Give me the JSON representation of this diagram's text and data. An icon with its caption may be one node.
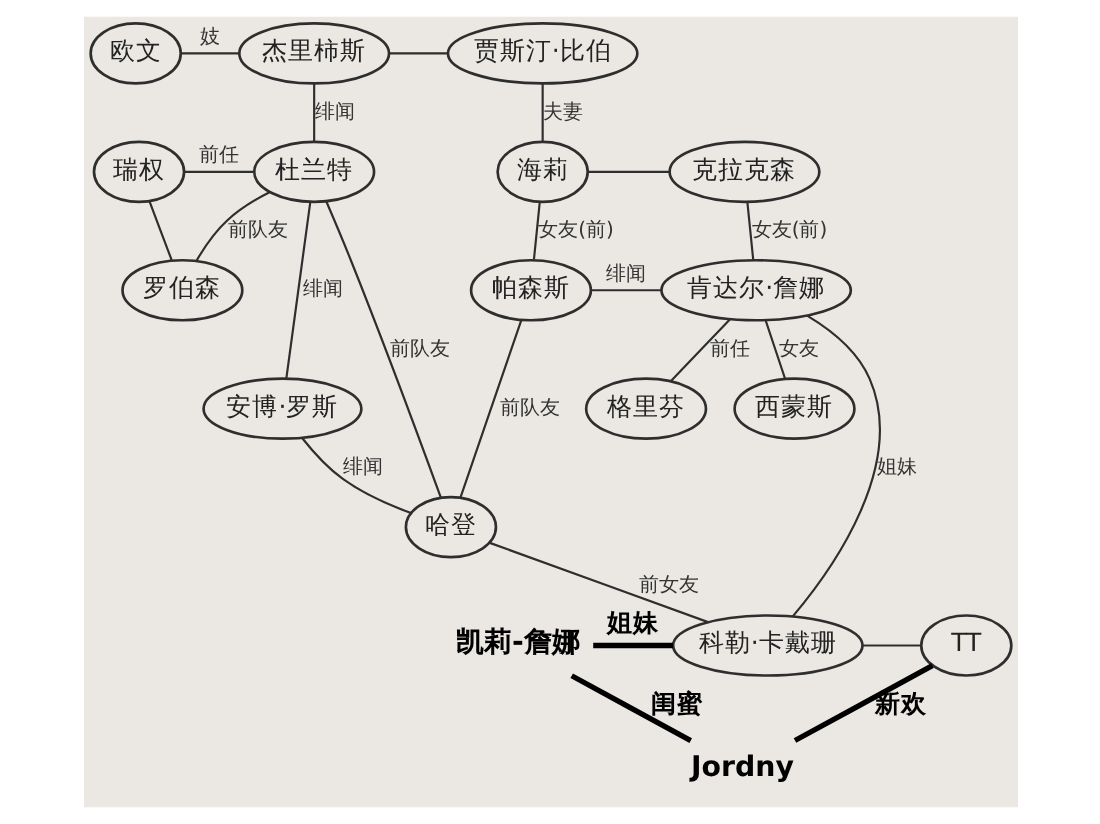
{
  "diagram": {
    "nodes": [
      {
        "text": [
          "欧文"
        ]
      },
      {
        "text": [
          "杰里柿斯"
        ]
      },
      {
        "text": [
          "贾斯汀·比伯"
        ]
      },
      {
        "text": [
          "瑞权"
        ]
      },
      {
        "text": [
          "杜兰特"
        ]
      },
      {
        "text": [
          "罗伯森"
        ]
      },
      {
        "text": [
          "海莉"
        ]
      },
      {
        "text": [
          "克拉克森"
        ]
      },
      {
        "text": [
          "帕森斯"
        ]
      },
      {
        "text": [
          "肯达尔·詹娜"
        ]
      },
      {
        "text": [
          "格里芬"
        ]
      },
      {
        "text": [
          "西蒙斯"
        ]
      },
      {
        "text": [
          "安博·罗斯"
        ]
      },
      {
        "text": [
          "哈登"
        ]
      },
      {
        "text": [
          "凯莉-詹娜"
        ]
      },
      {
        "text": [
          "科勒·卡戴珊"
        ]
      },
      {
        "text": [
          "TT"
        ]
      },
      {
        "text": [
          "Jordny"
        ]
      }
    ],
    "edges": [
      {
        "from": 0,
        "to": 1,
        "arrow": "none",
        "label": "妓"
      },
      {
        "from": 1,
        "to": 2,
        "arrow": "none"
      },
      {
        "from": 1,
        "to": 4,
        "arrow": "none",
        "label": "绯闻"
      },
      {
        "from": 3,
        "to": 4,
        "arrow": "none",
        "label": "前任"
      },
      {
        "from": 4,
        "to": 5,
        "arrow": "none",
        "label": "前队友"
      },
      {
        "from": 3,
        "to": 5,
        "arrow": "none"
      },
      {
        "from": 4,
        "to": 12,
        "arrow": "none",
        "label": "绯闻"
      },
      {
        "from": 4,
        "to": 13,
        "arrow": "none",
        "label": "前队友"
      },
      {
        "from": 12,
        "to": 13,
        "arrow": "none",
        "label": "绯闻"
      },
      {
        "from": 2,
        "to": 6,
        "arrow": "none",
        "label": "夫妻"
      },
      {
        "from": 6,
        "to": 7,
        "arrow": "none"
      },
      {
        "from": 6,
        "to": 8,
        "arrow": "none",
        "label": "女友(前)"
      },
      {
        "from": 7,
        "to": 9,
        "arrow": "none",
        "label": "女友(前)"
      },
      {
        "from": 8,
        "to": 9,
        "arrow": "none",
        "label": "绯闻"
      },
      {
        "from": 9,
        "to": 10,
        "arrow": "none",
        "label": "前任"
      },
      {
        "from": 9,
        "to": 11,
        "arrow": "none",
        "label": "女友"
      },
      {
        "from": 8,
        "to": 13,
        "arrow": "none",
        "label": "前队友"
      },
      {
        "from": 13,
        "to": 15,
        "arrow": "none",
        "label": "前女友"
      },
      {
        "from": 15,
        "to": 16,
        "arrow": "none"
      },
      {
        "from": 9,
        "to": 15,
        "arrow": "none",
        "label": "姐妹"
      },
      {
        "from": 14,
        "to": 15,
        "arrow": "none",
        "label": "姐妹",
        "style": "thick",
        "color": "#000000"
      },
      {
        "from": 14,
        "to": 17,
        "arrow": "none",
        "label": "闺蜜",
        "style": "thick",
        "color": "#000000"
      },
      {
        "from": 16,
        "to": 17,
        "arrow": "none",
        "label": "新欢",
        "style": "thick",
        "color": "#000000"
      }
    ]
  }
}
